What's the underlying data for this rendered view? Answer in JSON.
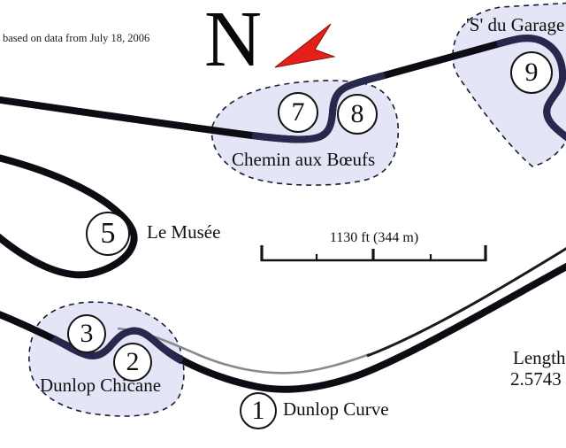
{
  "attribution": "based on data from July 18, 2006",
  "compass": {
    "letter": "N"
  },
  "scale_bar": {
    "label": "1130 ft (344 m)"
  },
  "length_note": {
    "line1": "Length",
    "line2": "2.5743"
  },
  "corner_labels": {
    "s_du_garage": "'S' du Garage",
    "chemin_aux_boeufs": "Chemin aux Bœufs",
    "le_musee": "Le Musée",
    "dunlop_chicane": "Dunlop Chicane",
    "dunlop_curve": "Dunlop Curve"
  },
  "corners": [
    {
      "num": "1"
    },
    {
      "num": "2"
    },
    {
      "num": "3"
    },
    {
      "num": "5"
    },
    {
      "num": "7"
    },
    {
      "num": "8"
    },
    {
      "num": "9"
    }
  ],
  "colors": {
    "track": "#0c0c12",
    "bugatti_highlight": "#28284e",
    "alternate_route": "#8a8a8a",
    "region_fill": "#e4e6f7",
    "region_border": "#1c1c30",
    "north_arrow": "#e32119"
  }
}
